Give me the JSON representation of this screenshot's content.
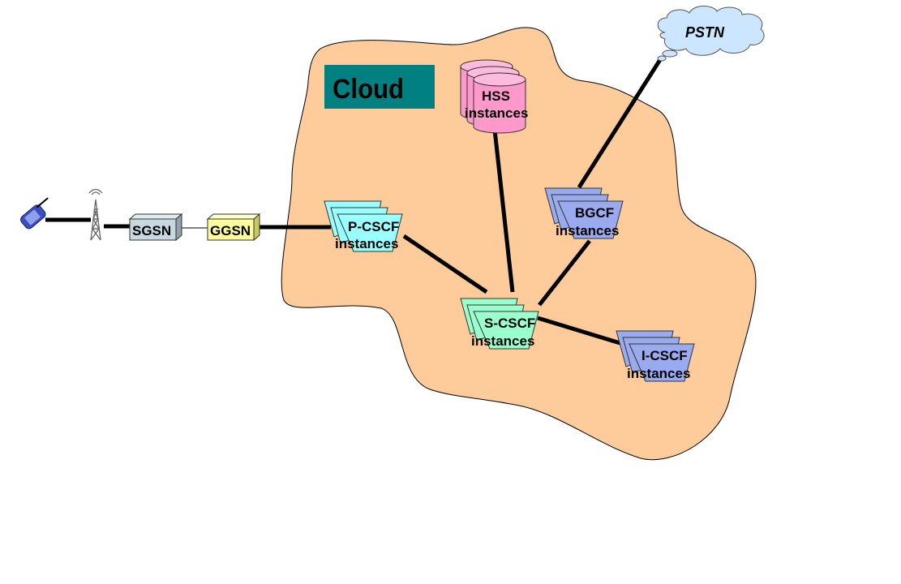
{
  "diagram": {
    "cloud_label": "Cloud",
    "pstn_label": "PSTN",
    "colors": {
      "cloud_fill": "#fecb9a",
      "title_box": "#008080",
      "pcscf": "#99ffff",
      "scscf": "#99ffcc",
      "bgcf": "#99aaee",
      "icscf": "#99aaee",
      "hss": "#ff99cc",
      "sgsn": "#c8d8e0",
      "ggsn": "#ffff99",
      "pstn": "#cce6ff"
    },
    "nodes": {
      "mobile": {
        "name": "Mobile phone"
      },
      "tower": {
        "name": "Base station tower"
      },
      "sgsn": {
        "label": "SGSN"
      },
      "ggsn": {
        "label": "GGSN"
      },
      "pcscf": {
        "label1": "P-CSCF",
        "label2": "instances"
      },
      "scscf": {
        "label1": "S-CSCF",
        "label2": "instances"
      },
      "icscf": {
        "label1": "I-CSCF",
        "label2": "instances"
      },
      "bgcf": {
        "label1": "BGCF",
        "label2": "instances"
      },
      "hss": {
        "label1": "HSS",
        "label2": "instances"
      }
    },
    "edges": [
      [
        "mobile",
        "tower"
      ],
      [
        "tower",
        "sgsn"
      ],
      [
        "sgsn",
        "ggsn"
      ],
      [
        "ggsn",
        "pcscf"
      ],
      [
        "pcscf",
        "scscf"
      ],
      [
        "hss",
        "scscf"
      ],
      [
        "bgcf",
        "scscf"
      ],
      [
        "scscf",
        "icscf"
      ],
      [
        "bgcf",
        "pstn"
      ]
    ]
  }
}
